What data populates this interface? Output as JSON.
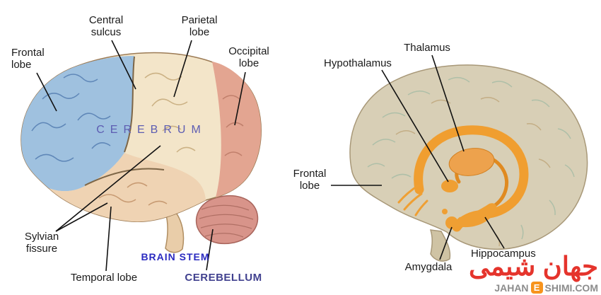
{
  "figure": {
    "left": {
      "frontal_lobe": "Frontal\nlobe",
      "central_sulcus": "Central\nsulcus",
      "parietal_lobe": "Parietal\nlobe",
      "occipital_lobe": "Occipital\nlobe",
      "cerebrum": "CEREBRUM",
      "sylvian_fissure": "Sylvian\nfissure",
      "temporal_lobe": "Temporal lobe",
      "brain_stem": "BRAIN STEM",
      "cerebellum": "CEREBELLUM"
    },
    "right": {
      "hypothalamus": "Hypothalamus",
      "thalamus": "Thalamus",
      "frontal_lobe": "Frontal\nlobe",
      "amygdala": "Amygdala",
      "hippocampus": "Hippocampus"
    },
    "watermark": {
      "persian": "جهان شیمی",
      "latin_1": "JAHAN",
      "latin_e": "E",
      "latin_2": "SHIMI.COM"
    },
    "colors": {
      "frontal_blue": "#9fc1df",
      "parietal_cream": "#f3e5c9",
      "occipital_pink": "#e3a591",
      "temporal_tan": "#efd3b3",
      "cerebellum_pink": "#d8948a",
      "brainstem_tan": "#e9cda9",
      "right_cortex": "#d8cfb6",
      "limbic_orange": "#f09e30",
      "fornix_orange": "#e08a20",
      "thalamus_orange": "#eda24d",
      "label_dark": "#1a1a1a",
      "cerebrum_label": "#5d5db2",
      "brainstem_label": "#2a2ac0",
      "cerebellum_label": "#41418f",
      "watermark_red": "#e5342c",
      "watermark_orange": "#f7941d",
      "watermark_gray": "#8c8c8c"
    }
  }
}
